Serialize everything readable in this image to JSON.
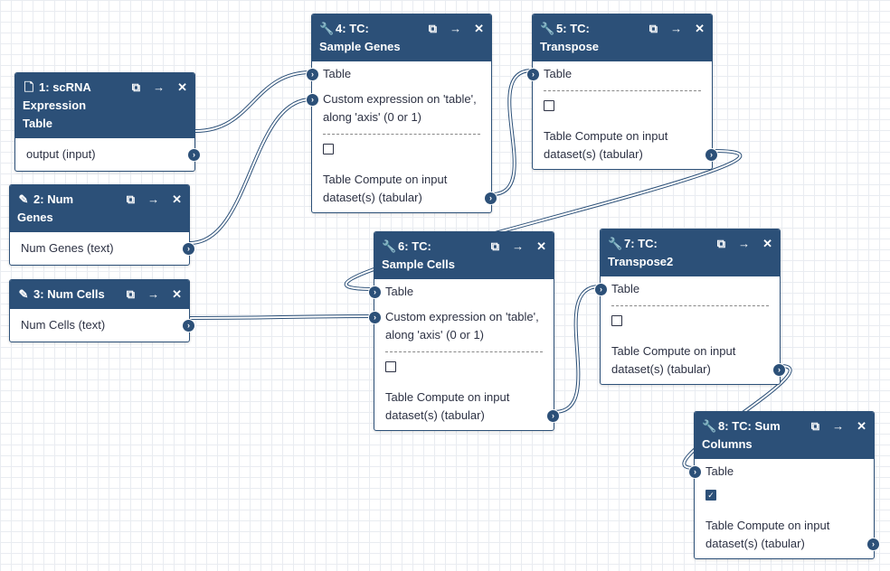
{
  "nodes": [
    {
      "id": "n1",
      "number": "1:",
      "title": "scRNA Expression Table",
      "icon": "file-icon",
      "outputs": [
        "output (input)"
      ]
    },
    {
      "id": "n2",
      "number": "2:",
      "title": "Num Genes",
      "icon": "pencil-icon",
      "outputs": [
        "Num Genes (text)"
      ]
    },
    {
      "id": "n3",
      "number": "3:",
      "title": "Num Cells",
      "icon": "pencil-icon",
      "outputs": [
        "Num Cells (text)"
      ]
    },
    {
      "id": "n4",
      "number": "4:",
      "title": "TC: Sample Genes",
      "icon": "wrench-icon",
      "inputs": [
        "Table",
        "Custom expression on 'table', along 'axis' (0 or 1)"
      ],
      "checkbox": false,
      "output": "Table Compute on input dataset(s) (tabular)"
    },
    {
      "id": "n5",
      "number": "5:",
      "title": "TC: Transpose",
      "icon": "wrench-icon",
      "inputs": [
        "Table"
      ],
      "checkbox": false,
      "output": "Table Compute on input dataset(s) (tabular)"
    },
    {
      "id": "n6",
      "number": "6:",
      "title": "TC: Sample Cells",
      "icon": "wrench-icon",
      "inputs": [
        "Table",
        "Custom expression on 'table', along 'axis' (0 or 1)"
      ],
      "checkbox": false,
      "output": "Table Compute on input dataset(s) (tabular)"
    },
    {
      "id": "n7",
      "number": "7:",
      "title": "TC: Transpose2",
      "icon": "wrench-icon",
      "inputs": [
        "Table"
      ],
      "checkbox": false,
      "output": "Table Compute on input dataset(s) (tabular)"
    },
    {
      "id": "n8",
      "number": "8:",
      "title": "TC: Sum Columns",
      "icon": "wrench-icon",
      "inputs": [
        "Table"
      ],
      "checkbox": true,
      "output": "Table Compute on input dataset(s) (tabular)"
    }
  ],
  "icons": {
    "copy": "copy-icon",
    "forward": "arrow-right-icon",
    "remove": "close-icon"
  },
  "colors": {
    "header": "#2c5078",
    "wire": "#2c5078"
  }
}
